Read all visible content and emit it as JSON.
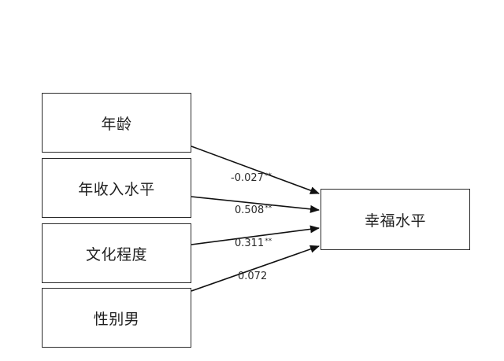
{
  "diagram": {
    "predictors": [
      {
        "id": "age",
        "label": "年龄"
      },
      {
        "id": "income",
        "label": "年收入水平"
      },
      {
        "id": "education",
        "label": "文化程度"
      },
      {
        "id": "gender",
        "label": "性别男"
      }
    ],
    "outcome": {
      "label": "幸福水平"
    },
    "paths": [
      {
        "from": "年龄",
        "to": "幸福水平",
        "coefficient": "-0.027",
        "significance": "**"
      },
      {
        "from": "年收入水平",
        "to": "幸福水平",
        "coefficient": "0.508",
        "significance": "**"
      },
      {
        "from": "文化程度",
        "to": "幸福水平",
        "coefficient": "0.311",
        "significance": "**"
      },
      {
        "from": "性别男",
        "to": "幸福水平",
        "coefficient": "0.072",
        "significance": ""
      }
    ]
  }
}
